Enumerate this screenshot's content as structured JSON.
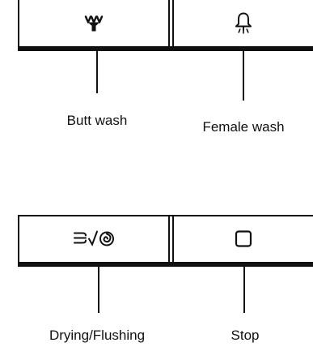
{
  "buttons": {
    "butt_wash": {
      "label": "Butt wash",
      "icon": "butt-wash-nozzle-icon"
    },
    "female_wash": {
      "label": "Female wash",
      "icon": "female-wash-nozzle-icon"
    },
    "drying_flushing": {
      "label": "Drying/Flushing",
      "icon": "drying-flushing-icon"
    },
    "stop": {
      "label": "Stop",
      "icon": "stop-square-icon"
    }
  }
}
